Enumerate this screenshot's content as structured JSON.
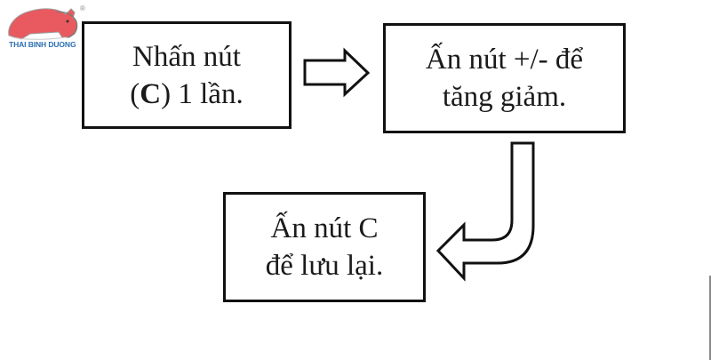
{
  "logo": {
    "brand_text": "THAI BINH DUONG",
    "registered_mark": "®",
    "icon": "pig-icon",
    "colors": {
      "body": "#e85a5f",
      "text": "#2a6fb0"
    }
  },
  "flow": {
    "steps": [
      {
        "id": "step-1",
        "line1": "Nhấn nút",
        "line2_prefix": "(",
        "line2_bold": "C",
        "line2_suffix": ") 1 lần."
      },
      {
        "id": "step-2",
        "line1": "Ấn nút +/- để",
        "line2": "tăng giảm."
      },
      {
        "id": "step-3",
        "line1": "Ấn nút C",
        "line2": "để lưu lại."
      }
    ],
    "arrows": [
      {
        "from": "step-1",
        "to": "step-2",
        "shape": "block-arrow-right"
      },
      {
        "from": "step-2",
        "to": "step-3",
        "shape": "bent-arrow-down-left"
      }
    ]
  }
}
